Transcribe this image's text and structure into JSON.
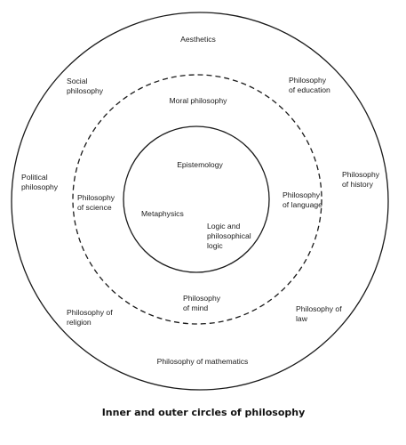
{
  "caption": "Inner and outer circles of philosophy",
  "circles": {
    "inner": {
      "style": "solid",
      "labels": {
        "epistemology": "Epistemology",
        "metaphysics": "Metaphysics",
        "logic": [
          "Logic and",
          "philosophical",
          "logic"
        ]
      }
    },
    "middle": {
      "style": "dashed",
      "labels": {
        "moral": "Moral philosophy",
        "science": [
          "Philosophy",
          "of science"
        ],
        "language": [
          "Philosophy",
          "of language"
        ],
        "mind": [
          "Philosophy",
          "of mind"
        ]
      }
    },
    "outer": {
      "style": "solid",
      "labels": {
        "aesthetics": "Aesthetics",
        "social": [
          "Social",
          "philosophy"
        ],
        "education": [
          "Philosophy",
          "of education"
        ],
        "political": [
          "Political",
          "philosophy"
        ],
        "history": [
          "Philosophy",
          "of history"
        ],
        "religion": [
          "Philosophy of",
          "religion"
        ],
        "law": [
          "Philosophy of",
          "law"
        ],
        "mathematics": "Philosophy of mathematics"
      }
    }
  },
  "colors": {
    "stroke": "#1a1a1a",
    "text": "#1a1a1a",
    "background": "#ffffff"
  }
}
